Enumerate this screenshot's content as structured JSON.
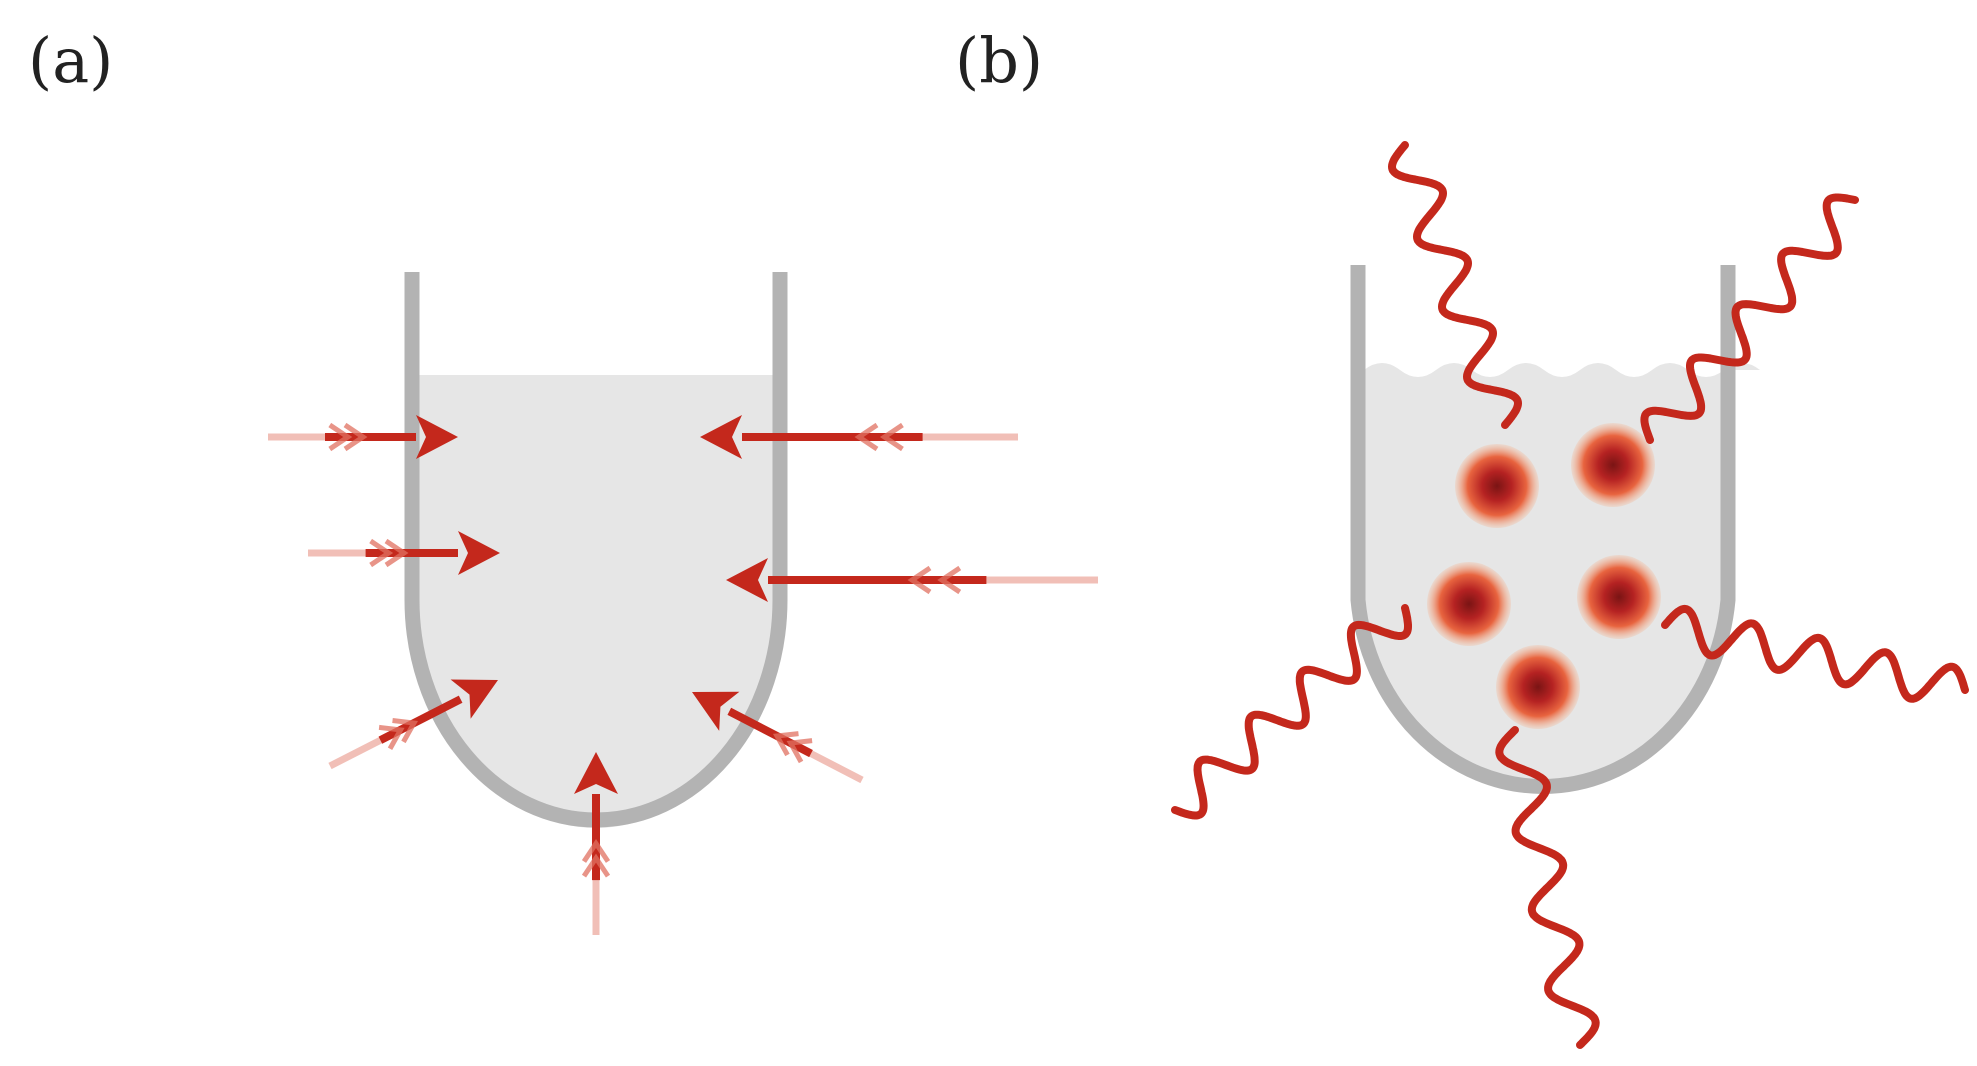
{
  "panels": [
    {
      "id": "a",
      "label": "(a)",
      "description_icon": "conventional-heating-arrows",
      "arrow_count": 7
    },
    {
      "id": "b",
      "label": "(b)",
      "description_icon": "microwave-waves-with-hotspots",
      "wave_count": 5,
      "hotspot_count": 5
    }
  ],
  "colors": {
    "vessel_wall": "#b3b3b3",
    "liquid": "#e6e6e6",
    "arrow": "#c4281c",
    "wave": "#c4281c",
    "hotspot_core": "#8b1a1a",
    "hotspot_glow": "#f2a07a",
    "label_text": "#222222"
  }
}
